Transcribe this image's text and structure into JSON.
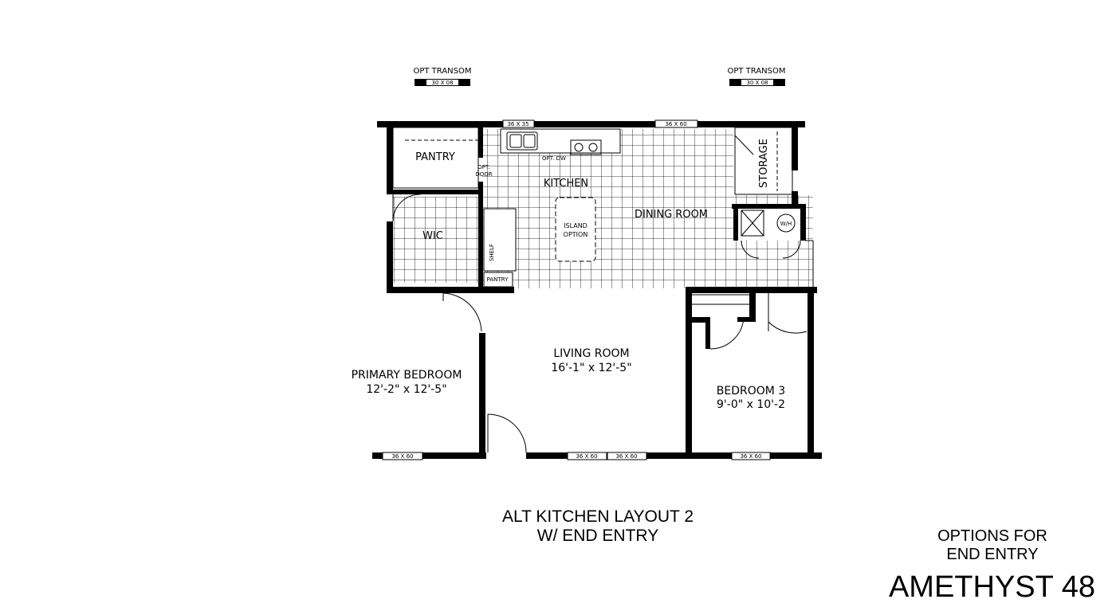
{
  "transoms": [
    {
      "label": "OPT TRANSOM",
      "size": "30 X 08"
    },
    {
      "label": "OPT TRANSOM",
      "size": "30 X 08"
    }
  ],
  "windows": {
    "kitchen_top": "36 X 35",
    "dining_top": "36 X 60",
    "primary_bottom": "36 X 60",
    "living_bottom_1": "36 X 60",
    "living_bottom_2": "36 X 60",
    "bedroom3_bottom": "36 X 60"
  },
  "rooms": {
    "pantry": "PANTRY",
    "opt_door_1": "OPT.",
    "opt_door_2": "DOOR",
    "opt_dw": "OPT. DW",
    "kitchen": "KITCHEN",
    "storage": "STORAGE",
    "island_1": "ISLAND",
    "island_2": "OPTION",
    "dining": "DINING ROOM",
    "water_heater": "W/H",
    "wic": "WIC",
    "shelf": "SHELF",
    "small_pantry": "PANTRY",
    "living": "LIVING ROOM",
    "living_size": "16'-1\" x 12'-5\"",
    "primary": "PRIMARY BEDROOM",
    "primary_size": "12'-2\" x 12'-5\"",
    "bedroom3": "BEDROOM 3",
    "bedroom3_size": "9'-0\" x 10'-2"
  },
  "captions": {
    "layout_line1": "ALT KITCHEN LAYOUT 2",
    "layout_line2": "W/ END ENTRY",
    "options_line1": "OPTIONS FOR",
    "options_line2": "END ENTRY",
    "model": "AMETHYST 48"
  }
}
